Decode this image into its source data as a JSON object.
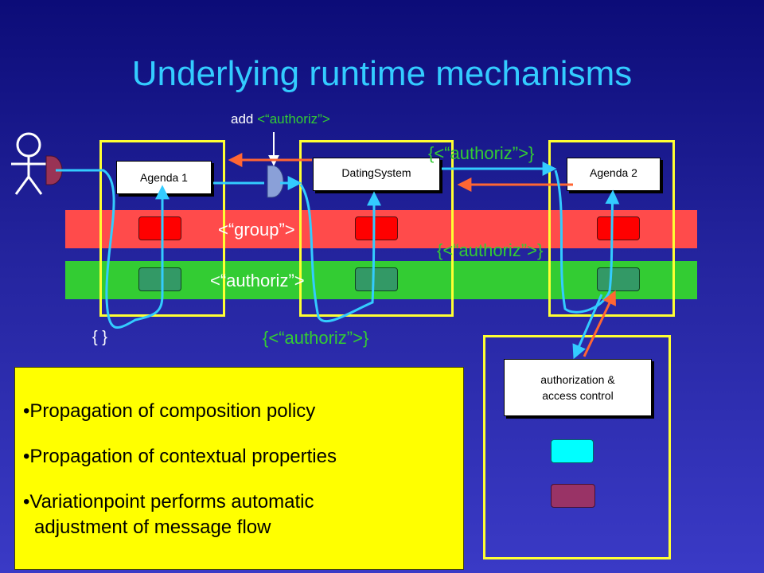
{
  "title": "Underlying runtime mechanisms",
  "add_label": {
    "prefix": "add",
    "tag": "<“authoriz”>"
  },
  "components": {
    "agenda1": "Agenda 1",
    "dating": "DatingSystem",
    "agenda2": "Agenda 2"
  },
  "bands": {
    "group_label": "<“group”>",
    "authoriz_label": "<“authoriz”>"
  },
  "context_labels": {
    "top_right": "{<“authoriz”>}",
    "mid_right": "{<“authoriz”>}",
    "bottom_middle": "{<“authoriz”>}",
    "empty": "{ }"
  },
  "auth_service": {
    "line1": "authorization &",
    "line2": "access control"
  },
  "bullets": [
    "•Propagation of composition policy",
    "•Propagation of contextual properties",
    "•Variationpoint performs automatic",
    "adjustment of message flow"
  ],
  "colors": {
    "title": "#33ccff",
    "band_red": "#ff4b4b",
    "band_green": "#33cc33",
    "frame": "#ffff33",
    "flow": "#33ccff",
    "arrow_orange": "#ff6633",
    "note_bg": "#ffff00"
  }
}
